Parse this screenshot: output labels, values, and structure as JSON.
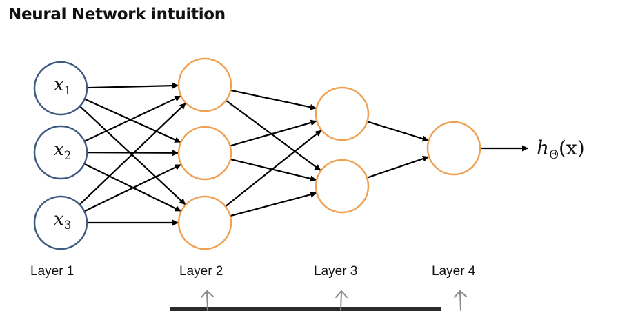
{
  "title": "Neural Network intuition",
  "input_labels": [
    {
      "base": "x",
      "sub": "1"
    },
    {
      "base": "x",
      "sub": "2"
    },
    {
      "base": "x",
      "sub": "3"
    }
  ],
  "output_label": {
    "base": "h",
    "sub": "Θ",
    "arg": "(x)"
  },
  "layers": [
    {
      "label": "Layer 1",
      "nodes": 3,
      "type": "input"
    },
    {
      "label": "Layer 2",
      "nodes": 3,
      "type": "hidden"
    },
    {
      "label": "Layer 3",
      "nodes": 2,
      "type": "hidden"
    },
    {
      "label": "Layer 4",
      "nodes": 1,
      "type": "output"
    }
  ],
  "connectivity": "fully-connected",
  "colors": {
    "input_node": "#3d5a80",
    "hidden_node": "#f0a050",
    "edge": "#000000",
    "text": "#111111",
    "pen_annotation": "#8a8a8a"
  }
}
